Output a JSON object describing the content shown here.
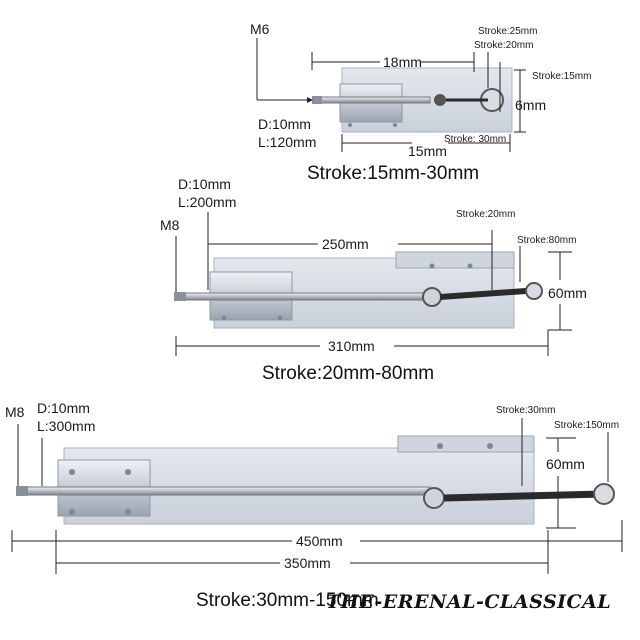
{
  "actuator_small": {
    "thread_label": "M6",
    "diameter_label": "D:10mm",
    "length_label": "L:120mm",
    "dim_top": "18mm",
    "dim_bottom": "15mm",
    "dim_side": "6mm",
    "stroke_a": "Stroke:25mm",
    "stroke_b": "Stroke:20mm",
    "stroke_c": "Stroke:15mm",
    "stroke_d": "Stroke:  30mm",
    "range_title": "Stroke:15mm-30mm"
  },
  "actuator_medium": {
    "thread_label": "M8",
    "diameter_label": "D:10mm",
    "length_label": "L:200mm",
    "dim_top": "250mm",
    "dim_bottom": "310mm",
    "dim_side": "60mm",
    "stroke_a": "Stroke:20mm",
    "stroke_b": "Stroke:80mm",
    "range_title": "Stroke:20mm-80mm"
  },
  "actuator_large": {
    "thread_label": "M8",
    "diameter_label": "D:10mm",
    "length_label": "L:300mm",
    "dim_overall": "450mm",
    "dim_inner": "350mm",
    "dim_side": "60mm",
    "stroke_a": "Stroke:30mm",
    "stroke_b": "Stroke:150mm",
    "range_title": "Stroke:30mm-150mm"
  },
  "watermark": "THE-ERENAL-CLASSICAL",
  "colors": {
    "plate": "#d6dce6",
    "plate_edge": "#a9b2c0",
    "rail": "#c8ced8",
    "rod": "#bfc4cc",
    "link": "#2a2a2a",
    "bolt": "#7d8694"
  }
}
